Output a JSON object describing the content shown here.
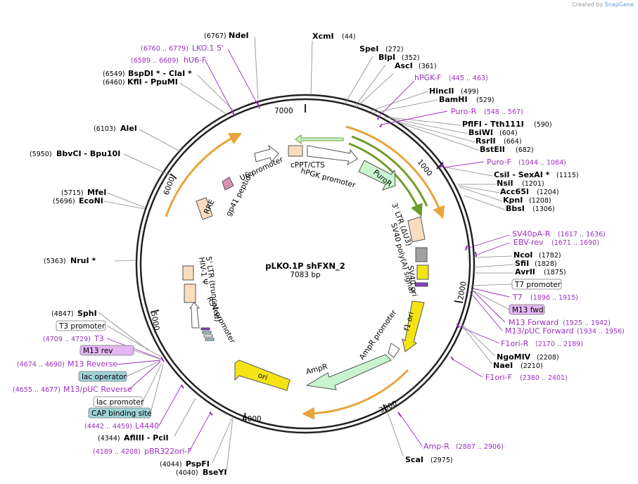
{
  "header": {
    "credit_prefix": "Created by",
    "credit_brand": "SnapGene"
  },
  "plasmid": {
    "name": "pLKO.1P shFXN_2",
    "size": "7083 bp"
  },
  "ticks": [
    "1000",
    "2000",
    "3000",
    "4000",
    "5000",
    "6000",
    "7000"
  ],
  "sites": [
    {
      "name": "XcmI",
      "pos": "(44)"
    },
    {
      "name": "SpeI",
      "pos": "(272)"
    },
    {
      "name": "BlpI",
      "pos": "(352)"
    },
    {
      "name": "AscI",
      "pos": "(361)"
    },
    {
      "name": "HincII",
      "pos": "(499)"
    },
    {
      "name": "BamHI",
      "pos": "(529)"
    },
    {
      "name": "PflFI  - Tth111I",
      "pos": "(590)"
    },
    {
      "name": "BsiWI",
      "pos": "(604)"
    },
    {
      "name": "RsrII",
      "pos": "(664)"
    },
    {
      "name": "BstEII",
      "pos": "(682)"
    },
    {
      "name": "CsiI  - SexAI *",
      "pos": "(1115)"
    },
    {
      "name": "NsiI",
      "pos": "(1201)"
    },
    {
      "name": "Acc65I",
      "pos": "(1204)"
    },
    {
      "name": "KpnI",
      "pos": "(1208)"
    },
    {
      "name": "BbsI",
      "pos": "(1306)"
    },
    {
      "name": "NcoI",
      "pos": "(1782)"
    },
    {
      "name": "SfiI",
      "pos": "(1828)"
    },
    {
      "name": "AvrII",
      "pos": "(1875)"
    },
    {
      "name": "NgoMIV",
      "pos": "(2208)"
    },
    {
      "name": "NaeI",
      "pos": "(2210)"
    },
    {
      "name": "ScaI",
      "pos": "(2975)"
    },
    {
      "name": "NdeI",
      "pos": "(6767)"
    },
    {
      "name": "BspDI *  - ClaI *",
      "pos": "(6549)"
    },
    {
      "name": "KflI  - PpuMI",
      "pos": "(6460)"
    },
    {
      "name": "AleI",
      "pos": "(6103)"
    },
    {
      "name": "BbvCI  - Bpu10I",
      "pos": "(5950)"
    },
    {
      "name": "MfeI",
      "pos": "(5715)"
    },
    {
      "name": "EcoNI",
      "pos": "(5696)"
    },
    {
      "name": "NruI *",
      "pos": "(5363)"
    },
    {
      "name": "SphI",
      "pos": "(4847)"
    },
    {
      "name": "AflIII  - PciI",
      "pos": "(4344)"
    },
    {
      "name": "PspFI",
      "pos": "(4044)"
    },
    {
      "name": "BseYI",
      "pos": "(4040)"
    }
  ],
  "primers": [
    {
      "name": "hPGK-F",
      "pos": "(445 .. 463)"
    },
    {
      "name": "Puro-R",
      "pos": "(548 .. 567)"
    },
    {
      "name": "Puro-F",
      "pos": "(1044 .. 1064)"
    },
    {
      "name": "SV40pA-R",
      "pos": "(1617 .. 1636)"
    },
    {
      "name": "EBV-rev",
      "pos": "(1671 .. 1690)"
    },
    {
      "name": "T7",
      "pos": "(1896 .. 1915)"
    },
    {
      "name": "M13 Forward",
      "pos": "(1925 .. 1942)"
    },
    {
      "name": "M13/pUC Forward",
      "pos": "(1934 .. 1956)"
    },
    {
      "name": "F1ori-R",
      "pos": "(2170 .. 2189)"
    },
    {
      "name": "F1ori-F",
      "pos": "(2380 .. 2401)"
    },
    {
      "name": "Amp-R",
      "pos": "(2887 .. 2906)"
    },
    {
      "name": "LKO.1 5'",
      "pos": "(6760 .. 6779)"
    },
    {
      "name": "hU6-F",
      "pos": "(6589 .. 6609)"
    },
    {
      "name": "T3",
      "pos": "(4709 .. 4729)"
    },
    {
      "name": "M13 Reverse",
      "pos": "(4674 .. 4690)"
    },
    {
      "name": "M13/pUC Reverse",
      "pos": "(4655 .. 4677)"
    },
    {
      "name": "L4440",
      "pos": "(4442 .. 4459)"
    },
    {
      "name": "pBR322ori-F",
      "pos": "(4189 .. 4208)"
    }
  ],
  "boxed_labels": {
    "t7_promoter": "T7 promoter",
    "m13_fwd": "M13 fwd",
    "t3_promoter": "T3 promoter",
    "m13_rev": "M13 rev",
    "lac_operator": "lac operator",
    "lac_promoter": "lac promoter",
    "cap_site": "CAP binding site"
  },
  "features": {
    "u6_promoter": "U6 promoter",
    "cppt": "cPPT/CTS",
    "hpgk_promoter": "hPGK promoter",
    "puror": "PuroR",
    "gp41": "gp41 peptide",
    "rre": "RRE",
    "ltr3": "3' LTR (ΔU3)",
    "sv40polya": "SV40 poly(A) signal",
    "sv40ori": "SV40 ori",
    "f1ori": "f1 ori",
    "amp_promoter": "AmpR promoter",
    "ampr": "AmpR",
    "ori": "ori",
    "ltr5": "5' LTR (truncated)",
    "hiv_psi": "HIV-1 Ψ",
    "rsv_promoter": "RSV promoter"
  },
  "colors": {
    "backbone": "#222222",
    "primer": "#9b2fbf",
    "promoter_fill": "#ffffff",
    "puror_fill": "#c8f5cf",
    "ori_fill": "#f5e414",
    "misc_fill": "#fcdcbe",
    "polya_fill": "#a0a0a0",
    "orf_arc": "#e8a43c",
    "puro_arc": "#6e9e2a",
    "m13_box": "#e3b7f2",
    "lac_box": "#9fd2d9"
  }
}
